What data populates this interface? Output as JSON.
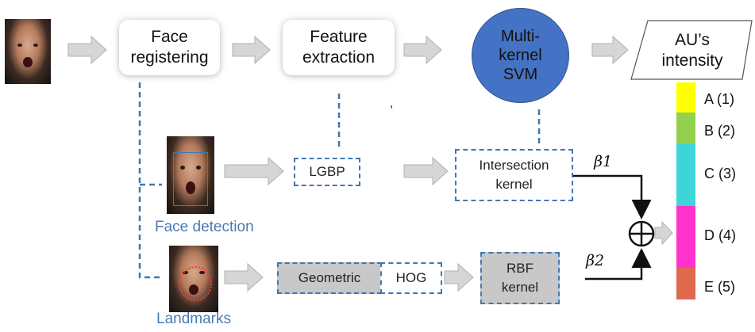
{
  "diagram": {
    "pipeline": {
      "face_registering": "Face\nregistering",
      "feature_extraction": "Feature\nextraction",
      "svm": "Multi-\nkernel\nSVM",
      "output": "AU’s\nintensity"
    },
    "stray_mark": ",",
    "branches": {
      "face_detection_caption": "Face detection",
      "landmarks_caption": "Landmarks",
      "lgbp": "LGBP",
      "intersection_kernel": "Intersection\nkernel",
      "geometric": "Geometric",
      "hog": "HOG",
      "rbf_kernel": "RBF\nkernel"
    },
    "weights": {
      "beta1": "β1",
      "beta2": "β2"
    },
    "intensity_scale": [
      {
        "label": "A (1)",
        "color": "#ffff00"
      },
      {
        "label": "B (2)",
        "color": "#92d050"
      },
      {
        "label": "C (3)",
        "color": "#3fd5d8"
      },
      {
        "label": "D (4)",
        "color": "#ff33cc"
      },
      {
        "label": "E (5)",
        "color": "#e06a4e"
      }
    ],
    "colors": {
      "dashed_border": "#3f78b0",
      "svm_fill": "#4472c4",
      "arrow_fill": "#d6d6d6",
      "caption_text": "#4a7ab5"
    }
  }
}
